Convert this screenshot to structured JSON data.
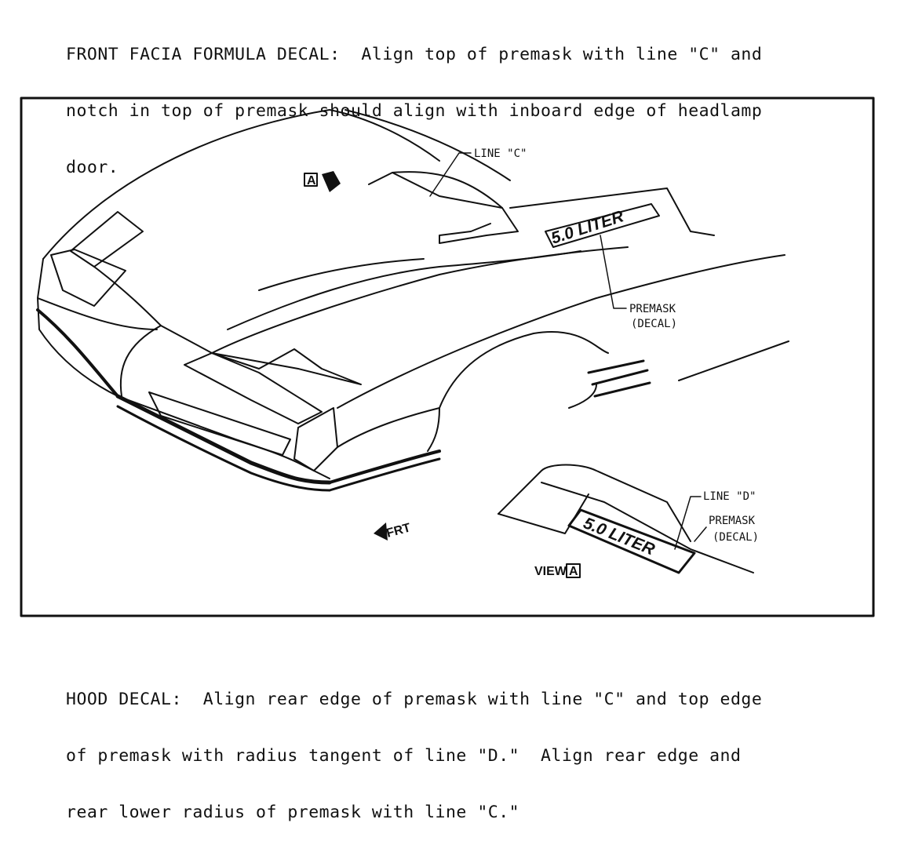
{
  "header_note": {
    "lines": [
      "FRONT FACIA FORMULA DECAL:  Align top of premask with line \"C\" and",
      "notch in top of premask should align with inboard edge of headlamp",
      "door."
    ]
  },
  "figure": {
    "callouts": {
      "line_c": "LINE \"C\"",
      "premask_upper_1": "PREMASK",
      "premask_upper_2": "(DECAL)",
      "line_d": "LINE \"D\"",
      "premask_lower_1": "PREMASK",
      "premask_lower_2": "(DECAL)"
    },
    "view_marker": "A",
    "view_label": "VIEW",
    "view_id": "A",
    "front_label": "FRT",
    "decal_text_upper": "5.0 LITER",
    "decal_text_lower": "5.0 LITER"
  },
  "footer_note": {
    "lines": [
      "HOOD DECAL:  Align rear edge of premask with line \"C\" and top edge",
      "of premask with radius tangent of line \"D.\"  Align rear edge and",
      "rear lower radius of premask with line \"C.\""
    ]
  }
}
